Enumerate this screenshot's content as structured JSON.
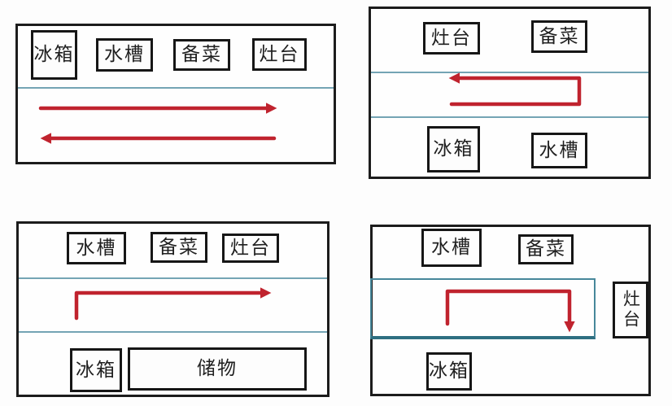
{
  "colors": {
    "arrow_red": "#c0232e",
    "divider_blue": "#74a4b4",
    "counter_teal_border": "#47879a",
    "counter_teal_bottom": "#2e6f81",
    "box_border_black": "#161616"
  },
  "panels": [
    {
      "layout": "one-wall",
      "zones_top": [
        "冰箱",
        "水槽",
        "备菜",
        "灶台"
      ],
      "flows": [
        "arrow-right",
        "arrow-left"
      ]
    },
    {
      "layout": "double-row",
      "zones_top": [
        "灶台",
        "备菜"
      ],
      "zones_bottom": [
        "冰箱",
        "水槽"
      ],
      "flows": [
        "arrow-u-turn-left"
      ]
    },
    {
      "layout": "double-row-storage",
      "zones_top": [
        "水槽",
        "备菜",
        "灶台"
      ],
      "zones_bottom": [
        "冰箱",
        "储物"
      ],
      "flows": [
        "arrow-up-right"
      ]
    },
    {
      "layout": "l-shape",
      "zones_top": [
        "水槽",
        "备菜"
      ],
      "zone_side": "灶台",
      "zones_bottom": [
        "冰箱"
      ],
      "flows": [
        "arrow-right-down"
      ]
    }
  ]
}
